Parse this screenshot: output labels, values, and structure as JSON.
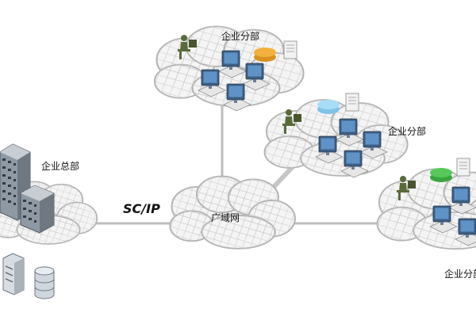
{
  "diagram": {
    "hq_label": "企业总部",
    "wan_label": "广域网",
    "link_label": "SC/IP",
    "branches": [
      {
        "label": "企业分部",
        "disk_color": "#f2b13a"
      },
      {
        "label": "企业分部",
        "disk_color": "#a9dcf6"
      },
      {
        "label": "企业分部",
        "disk_color": "#55c95a"
      }
    ],
    "colors": {
      "cloud_fill": "#f4f4f4",
      "cloud_stroke": "#b4b4b4",
      "link_line": "#bdbdbd",
      "device_dark": "#3e5f86",
      "device_screen": "#4d7fb3",
      "person": "#5a6b3a"
    }
  }
}
